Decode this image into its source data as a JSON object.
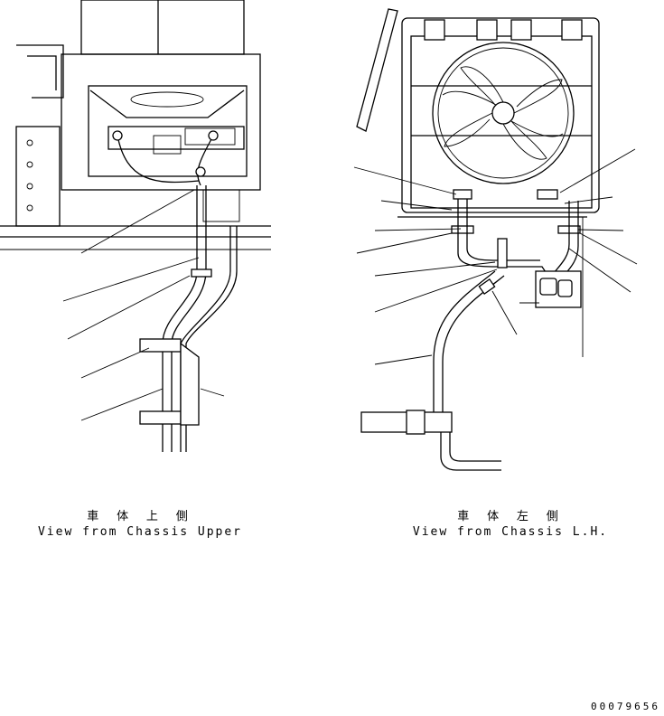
{
  "views": [
    {
      "id": "chassis-upper",
      "title_jp": "車 体 上 側",
      "title_en": "View from Chassis Upper"
    },
    {
      "id": "chassis-lh",
      "title_jp": "車 体 左 側",
      "title_en": "View from Chassis L.H."
    }
  ],
  "drawing_number": "00079656"
}
